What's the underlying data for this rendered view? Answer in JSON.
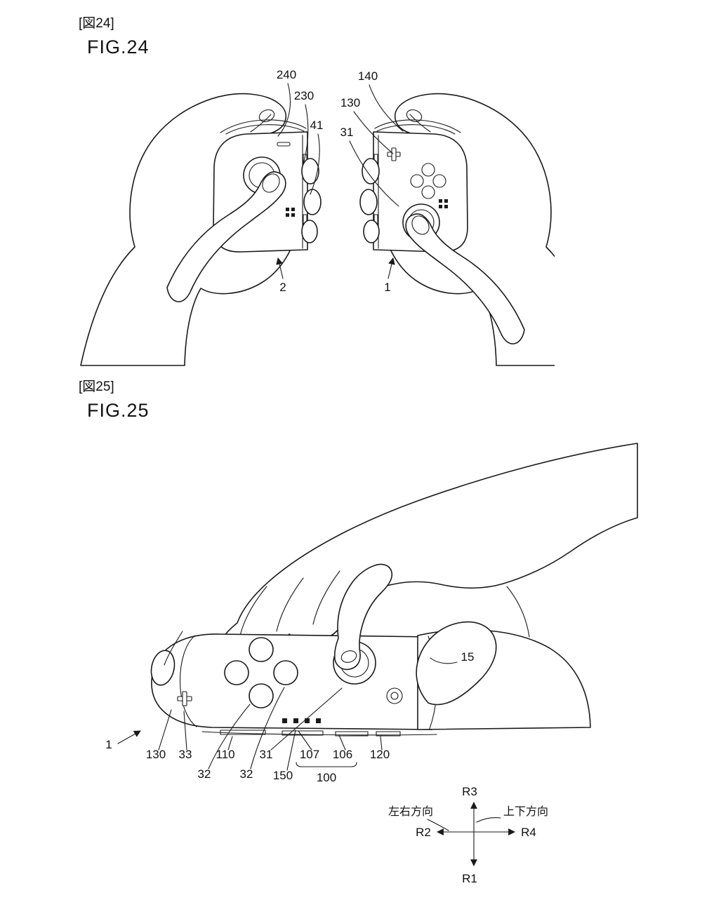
{
  "fig24": {
    "tag": "[図24]",
    "title": "FIG.24",
    "labels": {
      "l240": "240",
      "l230": "230",
      "l41": "41",
      "l140": "140",
      "l130": "130",
      "l31": "31",
      "l2": "2",
      "l1": "1"
    }
  },
  "fig25": {
    "tag": "[図25]",
    "title": "FIG.25",
    "labels": {
      "l15": "15",
      "l1": "1",
      "l130": "130",
      "l33": "33",
      "l110": "110",
      "l31": "31",
      "l107": "107",
      "l106": "106",
      "l120": "120",
      "l32a": "32",
      "l32b": "32",
      "l150": "150",
      "l100": "100"
    }
  },
  "axis": {
    "up": "R3",
    "down": "R1",
    "left": "R2",
    "right": "R4",
    "lr_label": "左右方向",
    "ud_label": "上下方向"
  }
}
